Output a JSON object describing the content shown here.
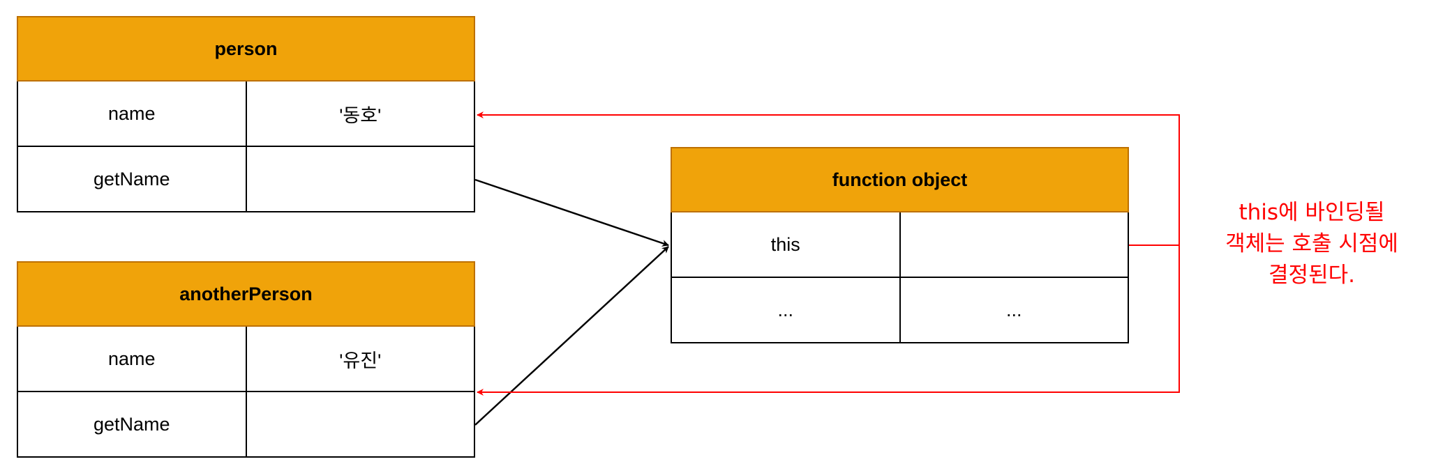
{
  "person": {
    "title": "person",
    "rows": [
      {
        "key": "name",
        "value": "'동호'"
      },
      {
        "key": "getName",
        "value": ""
      }
    ]
  },
  "another_person": {
    "title": "anotherPerson",
    "rows": [
      {
        "key": "name",
        "value": "'유진'"
      },
      {
        "key": "getName",
        "value": ""
      }
    ]
  },
  "function_object": {
    "title": "function object",
    "rows": [
      {
        "key": "this",
        "value": ""
      },
      {
        "key": "...",
        "value": "..."
      }
    ]
  },
  "annotation": {
    "line1": "this에 바인딩될",
    "line2": "객체는 호출 시점에",
    "line3": "결정된다."
  },
  "colors": {
    "header_fill": "#f0a30a",
    "header_border": "#bd7000",
    "binding_arrow": "#ff0000",
    "reference_arrow": "#000000"
  }
}
